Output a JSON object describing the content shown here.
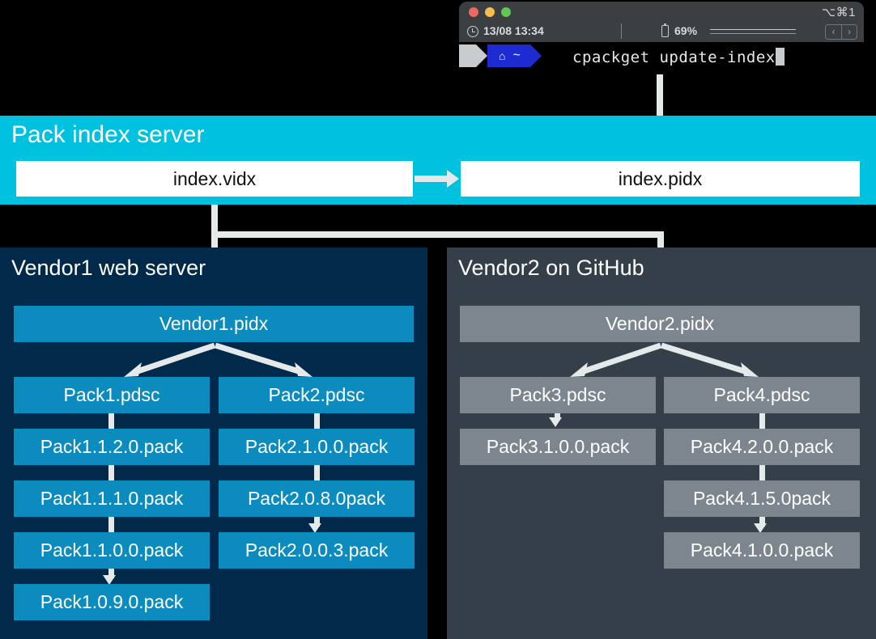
{
  "terminal": {
    "window_name": "terminal-window",
    "traffic_lights": [
      "close",
      "minimize",
      "zoom"
    ],
    "hotkey_label": "⌥⌘1",
    "clock_icon": "clock-icon",
    "time": "13/08 13:34",
    "battery_icon": "battery-icon",
    "battery": "69%",
    "nav_prev": "‹",
    "nav_next": "›",
    "prompt": {
      "apple_icon": "",
      "home_icon": "⌂",
      "path": "~"
    },
    "command": "cpackget update-index"
  },
  "index_server": {
    "title": "Pack index server",
    "vidx": "index.vidx",
    "pidx": "index.pidx"
  },
  "vendor1": {
    "title": "Vendor1 web server",
    "pidx": "Vendor1.pidx",
    "columns": [
      {
        "pdsc": "Pack1.pdsc",
        "packs": [
          "Pack1.1.2.0.pack",
          "Pack1.1.1.0.pack",
          "Pack1.1.0.0.pack",
          "Pack1.0.9.0.pack"
        ]
      },
      {
        "pdsc": "Pack2.pdsc",
        "packs": [
          "Pack2.1.0.0.pack",
          "Pack2.0.8.0pack",
          "Pack2.0.0.3.pack"
        ]
      }
    ]
  },
  "vendor2": {
    "title": "Vendor2 on GitHub",
    "pidx": "Vendor2.pidx",
    "columns": [
      {
        "pdsc": "Pack3.pdsc",
        "packs": [
          "Pack3.1.0.0.pack"
        ]
      },
      {
        "pdsc": "Pack4.pdsc",
        "packs": [
          "Pack4.2.0.0.pack",
          "Pack4.1.5.0pack",
          "Pack4.1.0.0.pack"
        ]
      }
    ]
  },
  "colors": {
    "background": "#000000",
    "index_band": "#00c1de",
    "vendor1_panel": "#00294a",
    "vendor1_node": "#0c8cbe",
    "vendor2_panel": "#343f4a",
    "vendor2_node": "#7d868f",
    "arrow": "#e4e9ea",
    "white_box": "#ffffff"
  }
}
